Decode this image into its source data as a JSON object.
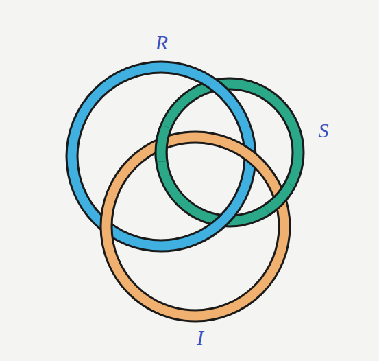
{
  "diagram": {
    "labels": [
      "R",
      "S",
      "I"
    ]
  }
}
